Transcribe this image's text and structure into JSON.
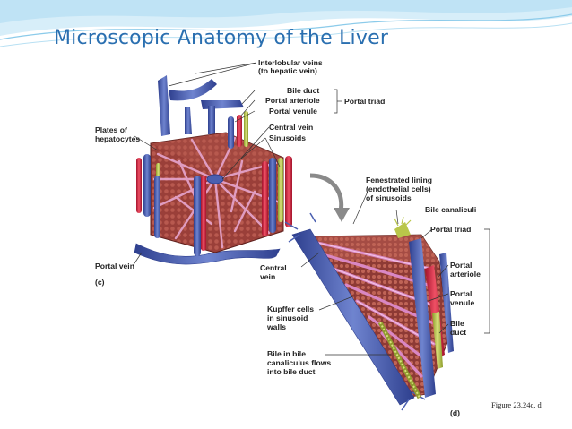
{
  "slide": {
    "title": "Microscopic Anatomy of the Liver"
  },
  "figure": {
    "caption": "Figure 23.24c, d",
    "panel_c": {
      "letter": "(c)",
      "labels": {
        "interlobular_veins": "Interlobular veins",
        "interlobular_veins_sub": "(to hepatic vein)",
        "bile_duct": "Bile duct",
        "portal_arteriole": "Portal arteriole",
        "portal_venule": "Portal venule",
        "portal_triad": "Portal triad",
        "central_vein": "Central vein",
        "sinusoids": "Sinusoids",
        "plates_line1": "Plates of",
        "plates_line2": "hepatocytes",
        "portal_vein": "Portal vein"
      }
    },
    "panel_d": {
      "letter": "(d)",
      "labels": {
        "fenestrated_1": "Fenestrated lining",
        "fenestrated_2": "(endothelial cells)",
        "fenestrated_3": "of sinusoids",
        "bile_canaliculi": "Bile canaliculi",
        "portal_triad": "Portal triad",
        "central_vein_1": "Central",
        "central_vein_2": "vein",
        "portal_arteriole_1": "Portal",
        "portal_arteriole_2": "arteriole",
        "portal_venule_1": "Portal",
        "portal_venule_2": "venule",
        "bile_duct_1": "Bile",
        "bile_duct_2": "duct",
        "kupffer_1": "Kupffer cells",
        "kupffer_2": "in sinusoid",
        "kupffer_3": "walls",
        "bile_flow_1": "Bile in bile",
        "bile_flow_2": "canaliculus flows",
        "bile_flow_3": "into bile duct"
      }
    }
  },
  "colors": {
    "title": "#2a6fb0",
    "vein_blue": "#4a5fb0",
    "artery_red": "#d8243c",
    "bile_green": "#b9c64a",
    "hepatocyte": "#a3463f",
    "sinusoid": "#e8a6cf"
  }
}
